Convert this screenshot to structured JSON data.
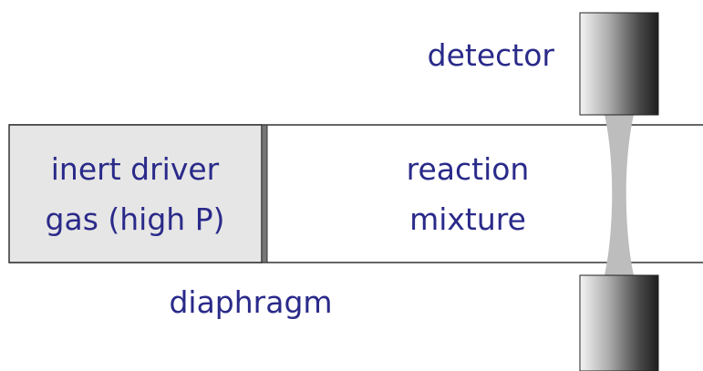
{
  "labels": {
    "detector": "detector",
    "driver_gas_line1": "inert driver",
    "driver_gas_line2": "gas (high P)",
    "reaction_line1": "reaction",
    "reaction_line2": "mixture",
    "diaphragm": "diaphragm"
  },
  "colors": {
    "text": "#2a2a8a",
    "tube_outline": "#333333",
    "driver_fill": "#e6e6e6",
    "diaphragm": "#777777",
    "beam": "#bdbdbd"
  }
}
